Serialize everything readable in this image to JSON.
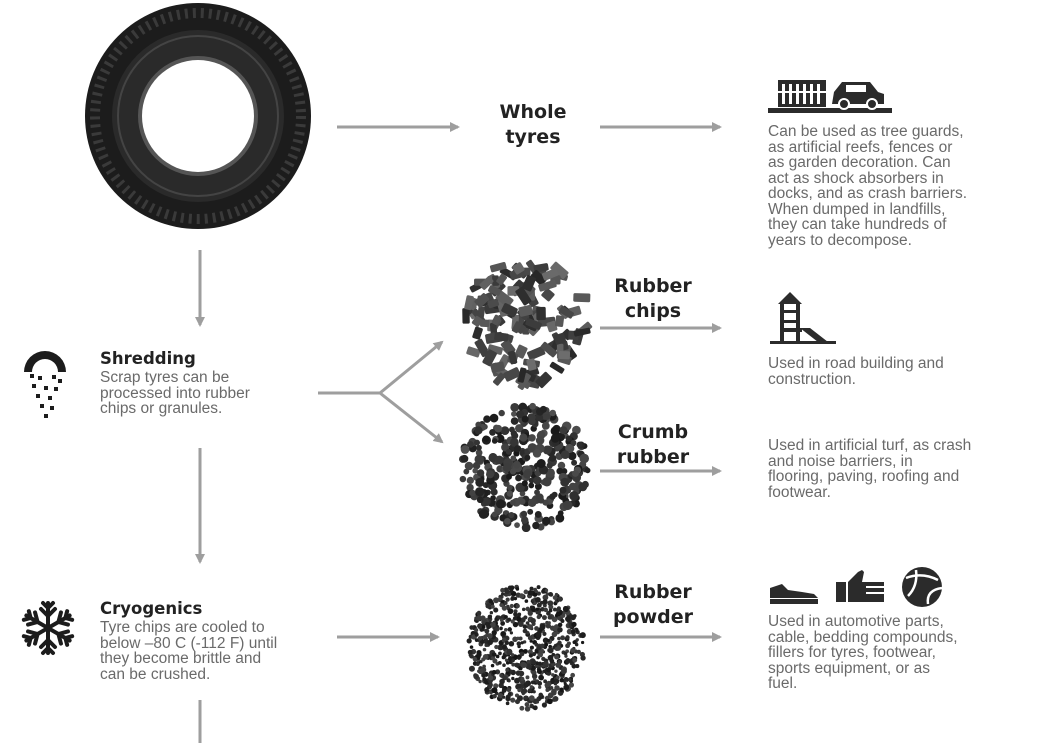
{
  "colors": {
    "arrow": "#9e9e9e",
    "dark": "#2b2b2b",
    "text": "#6a6a6a"
  },
  "products": {
    "whole_tyres": {
      "label": "Whole\ntyres",
      "description": "Can be used as tree guards,\nas artificial reefs, fences or\nas garden decoration. Can\nact as shock absorbers in\ndocks, and as crash barriers.\nWhen dumped in landfills,\nthey can take hundreds of\nyears to decompose.",
      "icon": "tyre-stack-and-car-icon"
    },
    "rubber_chips": {
      "label": "Rubber\nchips",
      "description": "Used in road building and\nconstruction.",
      "icon": "playground-slide-icon"
    },
    "crumb_rubber": {
      "label": "Crumb\nrubber",
      "description": "Used in artificial turf, as crash\nand noise barriers, in\nflooring, paving, roofing and\nfootwear."
    },
    "rubber_powder": {
      "label": "Rubber\npowder",
      "description": "Used in automotive parts,\ncable, bedding compounds,\nfillers for tyres, footwear,\nsports equipment, or as\nfuel.",
      "icons": [
        "shoe-icon",
        "thumbs-up-icon",
        "ball-icon"
      ]
    }
  },
  "steps": {
    "shredding": {
      "title": "Shredding",
      "description": "Scrap tyres can be\nprocessed into rubber\nchips or granules.",
      "icon": "shredder-icon"
    },
    "cryogenics": {
      "title": "Cryogenics",
      "description": "Tyre chips are cooled to\nbelow –80 C (-112 F) until\nthey become brittle and\ncan be crushed.",
      "icon": "snowflake-icon"
    }
  }
}
